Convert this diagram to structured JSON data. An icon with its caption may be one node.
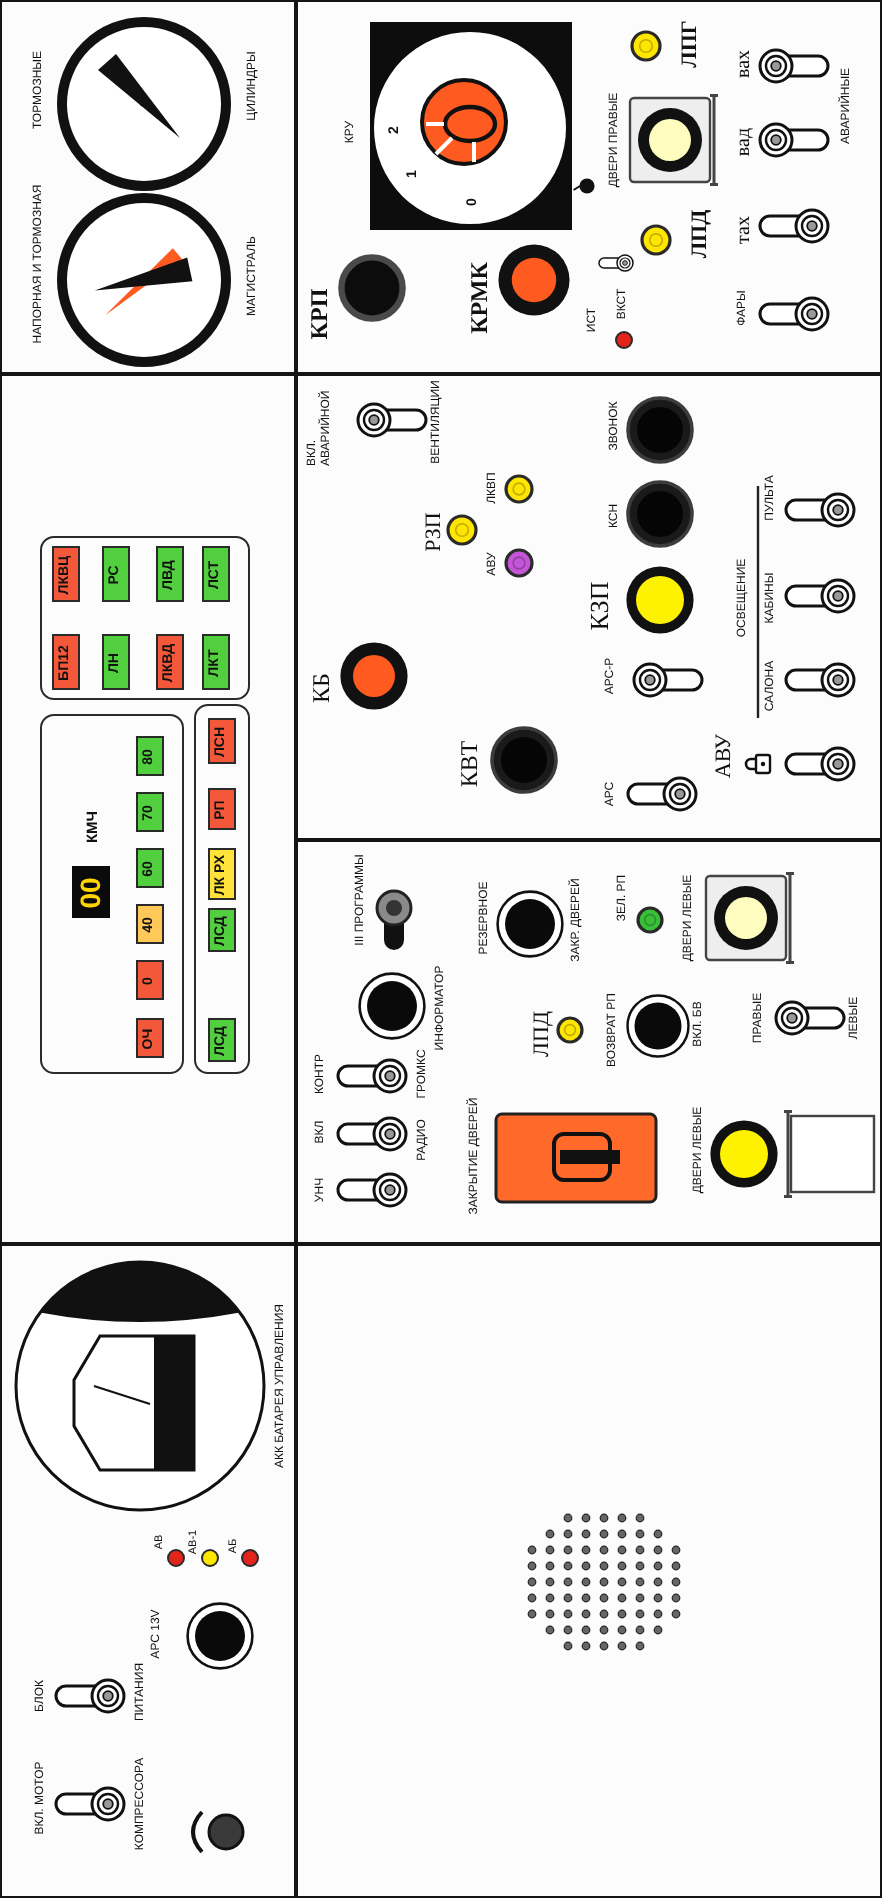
{
  "diagram": {
    "nodes": [
      {
        "text": [],
        "shape": "box"
      },
      {
        "text": [
          "00"
        ],
        "in": 0,
        "beside": [
          "КМЧ"
        ]
      },
      {
        "text": [
          "ОЧ"
        ],
        "in": 0
      },
      {
        "text": [
          "0"
        ],
        "in": 0
      },
      {
        "text": [
          "40"
        ],
        "in": 0
      },
      {
        "text": [
          "60"
        ],
        "in": 0
      },
      {
        "text": [
          "70"
        ],
        "in": 0
      },
      {
        "text": [
          "80"
        ],
        "in": 0
      },
      {
        "text": [],
        "shape": "box"
      },
      {
        "text": [
          "ЛСД"
        ],
        "in": 8
      },
      {
        "text": [
          "ЛСД"
        ],
        "in": 8
      },
      {
        "text": [
          "ЛК РХ"
        ],
        "in": 8
      },
      {
        "text": [
          "РП"
        ],
        "in": 8
      },
      {
        "text": [
          "ЛСН"
        ],
        "in": 8
      },
      {
        "text": [],
        "shape": "box"
      },
      {
        "text": [
          "БП12"
        ],
        "in": 14
      },
      {
        "text": [
          "ЛКВЦ"
        ],
        "in": 14
      },
      {
        "text": [
          "ЛН"
        ],
        "in": 14
      },
      {
        "text": [
          "РС"
        ],
        "in": 14
      },
      {
        "text": [
          "ЛКВД"
        ],
        "in": 14
      },
      {
        "text": [
          "ЛВД"
        ],
        "in": 14
      },
      {
        "text": [
          "ЛКТ"
        ],
        "in": 14
      },
      {
        "text": [
          "ЛСТ"
        ],
        "in": 14
      }
    ],
    "labels": [
      "ВКЛ. МОТОР",
      "БЛОК",
      "КОМПРЕССОРА",
      "ПИТАНИЯ",
      "АРС 13V",
      "АВ",
      "АВ-1",
      "АБ",
      "АКК БАТАРЕЯ УПРАВЛЕНИЯ",
      "НАПОРНАЯ И ТОРМОЗНАЯ",
      "ТОРМОЗНЫЕ",
      "МАГИСТРАЛЬ",
      "ЦИЛИНДРЫ",
      "УНЧ",
      "ВКЛ",
      "КОНТР",
      "РАДИО",
      "ГРОМКС",
      "ИНФОРМАТОР",
      "III ПРОГРАММЫ",
      "ЗАКРЫТИЕ ДВЕРЕЙ",
      "ЛПД",
      "РЕЗЕРВНОЕ",
      "ЗАКР. ДВЕРЕЙ",
      "ВОЗВРАТ РП",
      "ЗЕЛ. РП",
      "ВКЛ. БВ",
      "ДВЕРИ ЛЕВЫЕ",
      "ДВЕРИ ЛЕВЫЕ",
      "ПРАВЫЕ",
      "ЛЕВЫЕ",
      "КБ",
      "КВТ",
      "ВКЛ. АВАРИЙНОЙ",
      "ВЕНТИЛЯЦИИ",
      "РЗП",
      "АВУ",
      "ЛКВП",
      "АРС-Р",
      "АРС",
      "КЗП",
      "КСН",
      "ЗВОНОК",
      "ОСВЕЩЕНИЕ",
      "САЛОНА",
      "КАБИНЫ",
      "ПУЛЬТА",
      "АВУ",
      "КРП",
      "КРМК",
      "КРУ",
      "0",
      "1",
      "2",
      "ИСТ",
      "ВКСТ",
      "ЛПД",
      "ДВЕРИ ПРАВЫЕ",
      "ЛПГ",
      "ФАРЫ",
      "тах",
      "вад",
      "вах",
      "АВАРИЙНЫЕ"
    ]
  }
}
